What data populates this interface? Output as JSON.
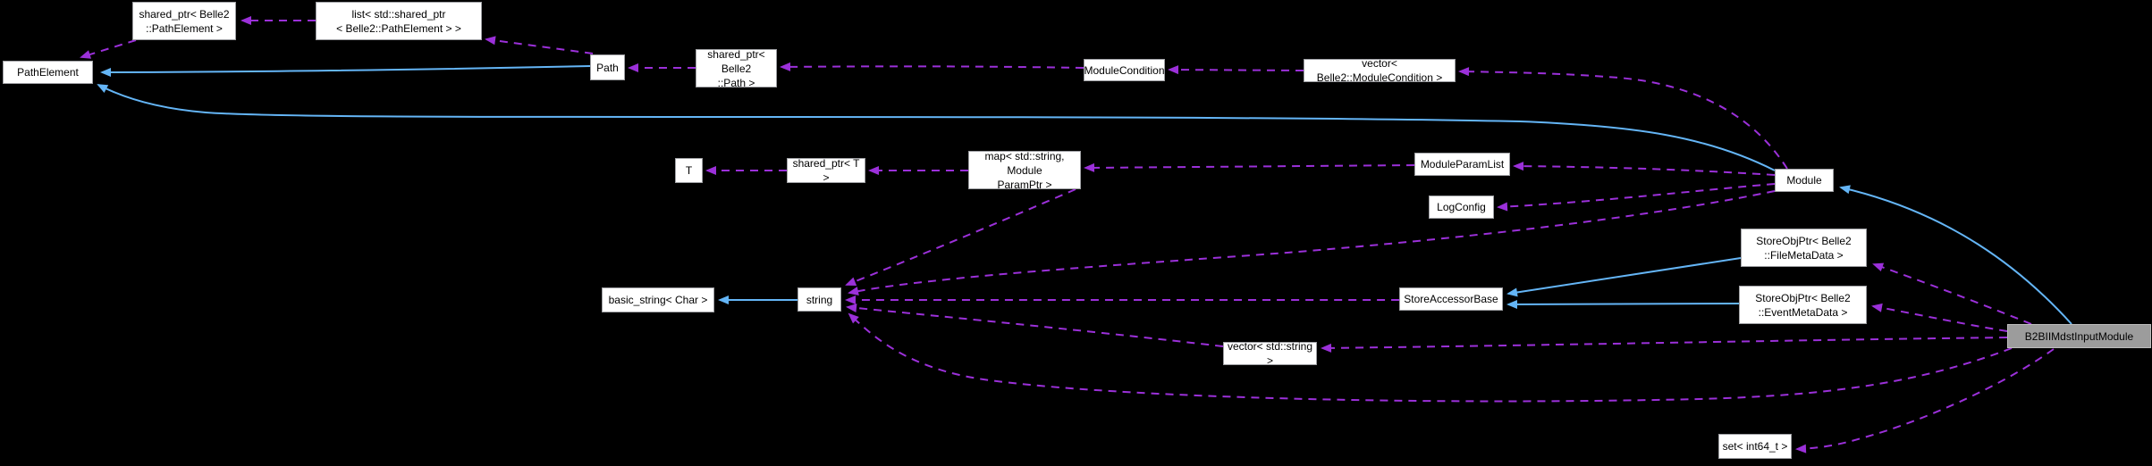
{
  "diagram": {
    "kind": "doxygen-collaboration-graph",
    "main_node": "B2BIIMdstInputModule",
    "colors": {
      "background": "#000000",
      "inheritance_edge": "#64b5f6",
      "usage_edge": "#9b30d9",
      "node_fill": "#ffffff",
      "node_border": "#9fa0a4",
      "main_node_fill": "#9c9c9c",
      "node_text": "#000000"
    }
  },
  "nodes": [
    {
      "id": "path-element",
      "label": "PathElement"
    },
    {
      "id": "shared-ptr-path-element",
      "label": "shared_ptr< Belle2\n::PathElement >"
    },
    {
      "id": "list-shared-ptr-path-element",
      "label": "list< std::shared_ptr\n< Belle2::PathElement > >"
    },
    {
      "id": "path",
      "label": "Path"
    },
    {
      "id": "shared-ptr-path",
      "label": "shared_ptr< Belle2\n::Path >"
    },
    {
      "id": "module-condition",
      "label": "ModuleCondition"
    },
    {
      "id": "vector-module-condition",
      "label": "vector< Belle2::ModuleCondition >"
    },
    {
      "id": "t",
      "label": "T"
    },
    {
      "id": "shared-ptr-t",
      "label": "shared_ptr< T >"
    },
    {
      "id": "map-string-module-param-ptr",
      "label": "map< std::string, Module\nParamPtr >"
    },
    {
      "id": "module-param-list",
      "label": "ModuleParamList"
    },
    {
      "id": "log-config",
      "label": "LogConfig"
    },
    {
      "id": "module",
      "label": "Module"
    },
    {
      "id": "store-obj-ptr-file-meta-data",
      "label": "StoreObjPtr< Belle2\n::FileMetaData >"
    },
    {
      "id": "store-obj-ptr-event-meta-data",
      "label": "StoreObjPtr< Belle2\n::EventMetaData >"
    },
    {
      "id": "store-accessor-base",
      "label": "StoreAccessorBase"
    },
    {
      "id": "basic-string-char",
      "label": "basic_string< Char >"
    },
    {
      "id": "string",
      "label": "string"
    },
    {
      "id": "vector-std-string",
      "label": "vector< std::string >"
    },
    {
      "id": "set-int64-t",
      "label": "set< int64_t >"
    },
    {
      "id": "b2bii-mdst-input-module",
      "label": "B2BIIMdstInputModule"
    }
  ],
  "edges": [
    {
      "from": "Path",
      "to": "PathElement",
      "type": "inheritance"
    },
    {
      "from": "Module",
      "to": "PathElement",
      "type": "inheritance"
    },
    {
      "from": "B2BIIMdstInputModule",
      "to": "Module",
      "type": "inheritance"
    },
    {
      "from": "string",
      "to": "basic_string< Char >",
      "type": "inheritance"
    },
    {
      "from": "StoreObjPtr< Belle2::FileMetaData >",
      "to": "StoreAccessorBase",
      "type": "inheritance"
    },
    {
      "from": "StoreObjPtr< Belle2::EventMetaData >",
      "to": "StoreAccessorBase",
      "type": "inheritance"
    },
    {
      "from": "list< std::shared_ptr< Belle2::PathElement > >",
      "to": "shared_ptr< Belle2::PathElement >",
      "type": "usage"
    },
    {
      "from": "shared_ptr< Belle2::PathElement >",
      "to": "PathElement",
      "type": "usage"
    },
    {
      "from": "Path",
      "to": "list< std::shared_ptr< Belle2::PathElement > >",
      "type": "usage"
    },
    {
      "from": "shared_ptr< Belle2::Path >",
      "to": "Path",
      "type": "usage"
    },
    {
      "from": "ModuleCondition",
      "to": "shared_ptr< Belle2::Path >",
      "type": "usage"
    },
    {
      "from": "vector< Belle2::ModuleCondition >",
      "to": "ModuleCondition",
      "type": "usage"
    },
    {
      "from": "Module",
      "to": "vector< Belle2::ModuleCondition >",
      "type": "usage"
    },
    {
      "from": "shared_ptr< T >",
      "to": "T",
      "type": "usage"
    },
    {
      "from": "map< std::string, ModuleParamPtr >",
      "to": "shared_ptr< T >",
      "type": "usage"
    },
    {
      "from": "ModuleParamList",
      "to": "map< std::string, ModuleParamPtr >",
      "type": "usage"
    },
    {
      "from": "Module",
      "to": "ModuleParamList",
      "type": "usage"
    },
    {
      "from": "Module",
      "to": "LogConfig",
      "type": "usage"
    },
    {
      "from": "map< std::string, ModuleParamPtr >",
      "to": "string",
      "type": "usage"
    },
    {
      "from": "Module",
      "to": "string",
      "type": "usage"
    },
    {
      "from": "StoreAccessorBase",
      "to": "string",
      "type": "usage"
    },
    {
      "from": "vector< std::string >",
      "to": "string",
      "type": "usage"
    },
    {
      "from": "B2BIIMdstInputModule",
      "to": "string",
      "type": "usage"
    },
    {
      "from": "B2BIIMdstInputModule",
      "to": "vector< std::string >",
      "type": "usage"
    },
    {
      "from": "B2BIIMdstInputModule",
      "to": "set< int64_t >",
      "type": "usage"
    },
    {
      "from": "B2BIIMdstInputModule",
      "to": "StoreObjPtr< Belle2::FileMetaData >",
      "type": "usage"
    },
    {
      "from": "B2BIIMdstInputModule",
      "to": "StoreObjPtr< Belle2::EventMetaData >",
      "type": "usage"
    }
  ]
}
